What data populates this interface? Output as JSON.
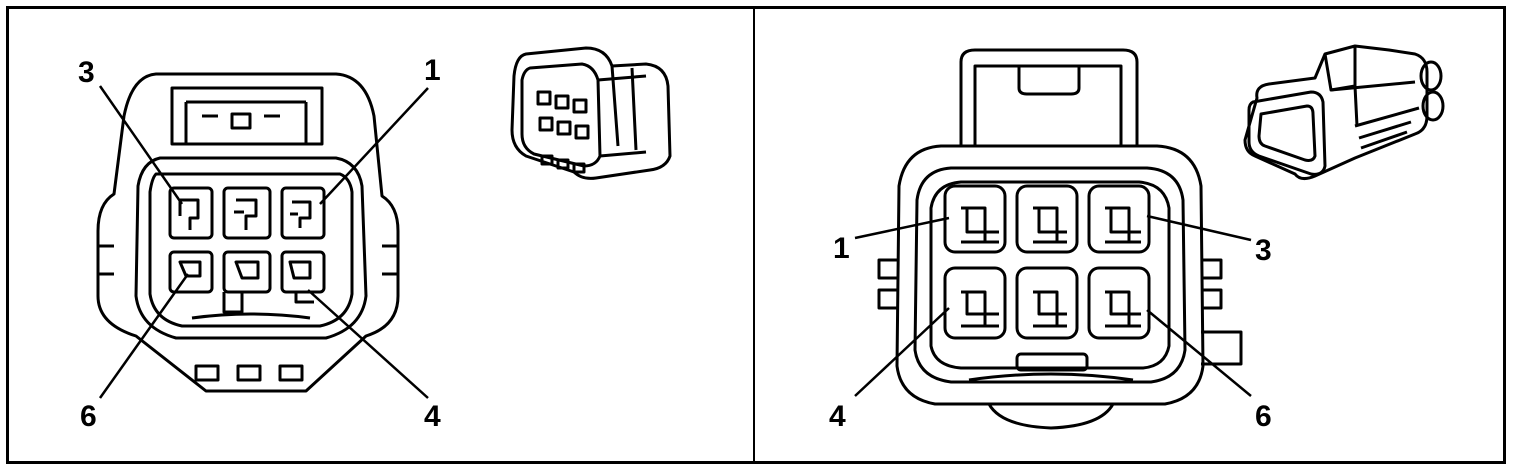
{
  "left_connector": {
    "callouts": {
      "pin_3": "3",
      "pin_1": "1",
      "pin_6": "6",
      "pin_4": "4"
    }
  },
  "right_connector": {
    "callouts": {
      "pin_1": "1",
      "pin_3": "3",
      "pin_4": "4",
      "pin_6": "6"
    }
  },
  "colors": {
    "line": "#000000",
    "background": "#ffffff"
  }
}
